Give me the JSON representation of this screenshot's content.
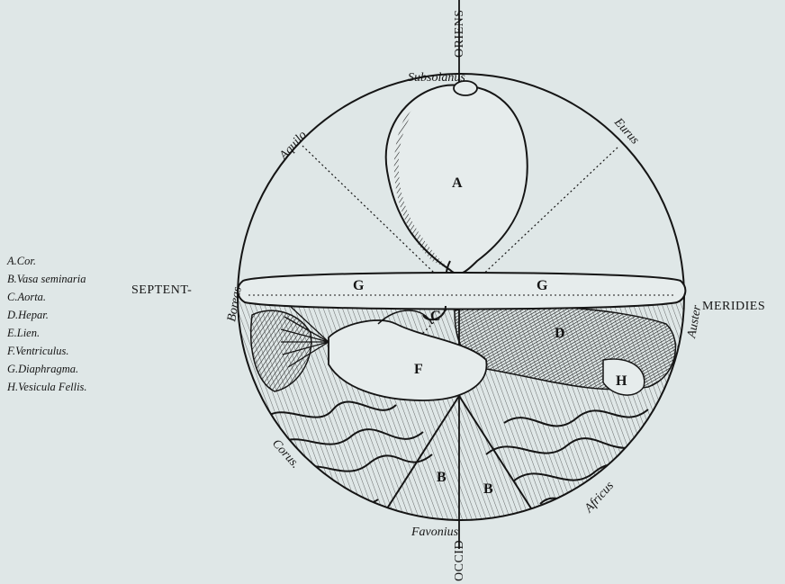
{
  "legend": [
    "A.Cor.",
    "B.Vasa seminaria",
    "C.Aorta.",
    "D.Hepar.",
    "E.Lien.",
    "F.Ventriculus.",
    "G.Diaphragma.",
    "H.Vesicula Fellis."
  ],
  "cardinal": {
    "north_top": "ORIENS",
    "south_bottom": "OCCID",
    "west": "SEPTENT-",
    "east": "MERIDIES"
  },
  "winds": {
    "subsolanus": "Subsolanus",
    "aquilo": "Aquilo",
    "eurus": "Eurus",
    "boreas": "Boreas",
    "auster": "Auster",
    "corus": "Corus.",
    "africus": "Africus",
    "favonius": "Favonius"
  },
  "organ_letters": {
    "a": "A",
    "b_left": "B",
    "b_right": "B",
    "c": "C",
    "d": "D",
    "f": "F",
    "g_left": "G",
    "g_right": "G",
    "h": "H"
  },
  "colors": {
    "background": "#dfe7e7",
    "ink": "#151515"
  }
}
